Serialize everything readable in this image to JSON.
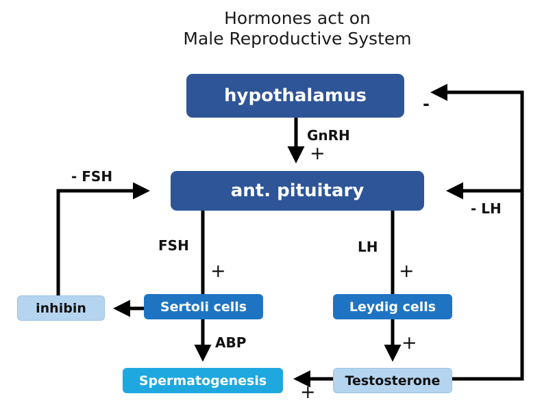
{
  "title": {
    "line1": "Hormones act on",
    "line2": "Male Reproductive System"
  },
  "nodes": {
    "hypothalamus": "hypothalamus",
    "pituitary": "ant. pituitary",
    "sertoli": "Sertoli cells",
    "leydig": "Leydig cells",
    "inhibin": "inhibin",
    "spermatogenesis": "Spermatogenesis",
    "testosterone": "Testosterone"
  },
  "edge_labels": {
    "gnrh": "GnRH",
    "gnrh_sign": "+",
    "fsh_down": "FSH",
    "fsh_down_sign": "+",
    "lh_down": "LH",
    "lh_down_sign": "+",
    "abp": "ABP",
    "leydig_to_testosterone_sign": "+",
    "testosterone_to_sperm_sign": "+",
    "inhibin_feedback": "- FSH",
    "testosterone_feedback_lh": "- LH",
    "testosterone_feedback_hypothalamus": "-"
  },
  "colors": {
    "dark_box": "#2e5597",
    "mid_box": "#1e74c2",
    "cyan_box": "#1ea8df",
    "light_box": "#b5d4ef",
    "arrow": "#000000"
  }
}
